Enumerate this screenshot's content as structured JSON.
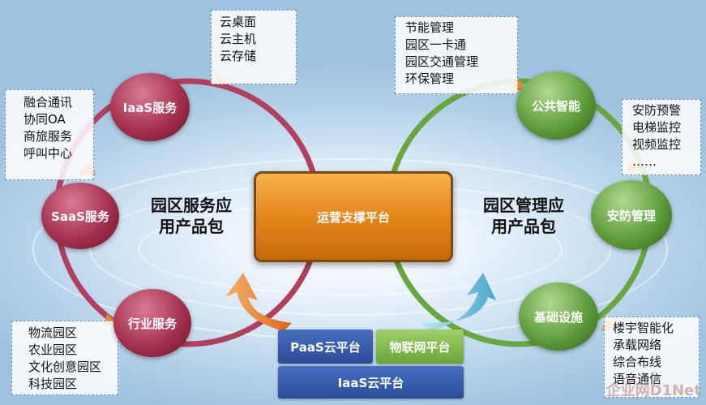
{
  "center": {
    "label": "运营支撑平台"
  },
  "left_package": {
    "line1": "园区服务应",
    "line2": "用产品包"
  },
  "right_package": {
    "line1": "园区管理应",
    "line2": "用产品包"
  },
  "left_nodes": [
    {
      "label": "IaaS服务",
      "items": [
        "云桌面",
        "云主机",
        "云存储"
      ]
    },
    {
      "label": "SaaS服务",
      "items": [
        "融合通讯",
        "协同OA",
        "商旅服务",
        "呼叫中心"
      ]
    },
    {
      "label": "行业服务",
      "items": [
        "物流园区",
        "农业园区",
        "文化创意园区",
        "科技园区"
      ]
    }
  ],
  "right_nodes": [
    {
      "label": "公共智能",
      "items": [
        "节能管理",
        "园区一卡通",
        "园区交通管理",
        "环保管理"
      ]
    },
    {
      "label": "安防管理",
      "items": [
        "安防预警",
        "电梯监控",
        "视频监控",
        "……"
      ]
    },
    {
      "label": "基础设施",
      "items": [
        "楼宇智能化",
        "承载网络",
        "综合布线",
        "语音通信"
      ]
    }
  ],
  "platforms": {
    "paas": "PaaS云平台",
    "iot": "物联网平台",
    "iaas": "IaaS云平台"
  },
  "watermark": "企业网D1Net",
  "colors": {
    "red_ring": "#b0405d",
    "green_ring": "#6aa63e",
    "orange": "#e5861c",
    "blue": "#2a4b98"
  }
}
